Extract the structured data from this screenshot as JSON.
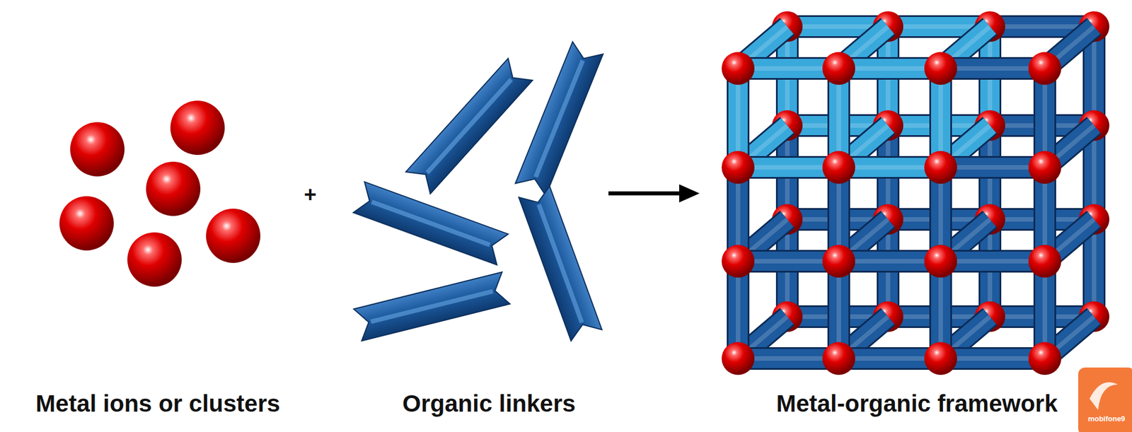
{
  "diagram": {
    "labels": [
      "Metal ions or clusters",
      "Organic linkers",
      "Metal-organic framework",
      "+",
      "mobifone9"
    ]
  }
}
